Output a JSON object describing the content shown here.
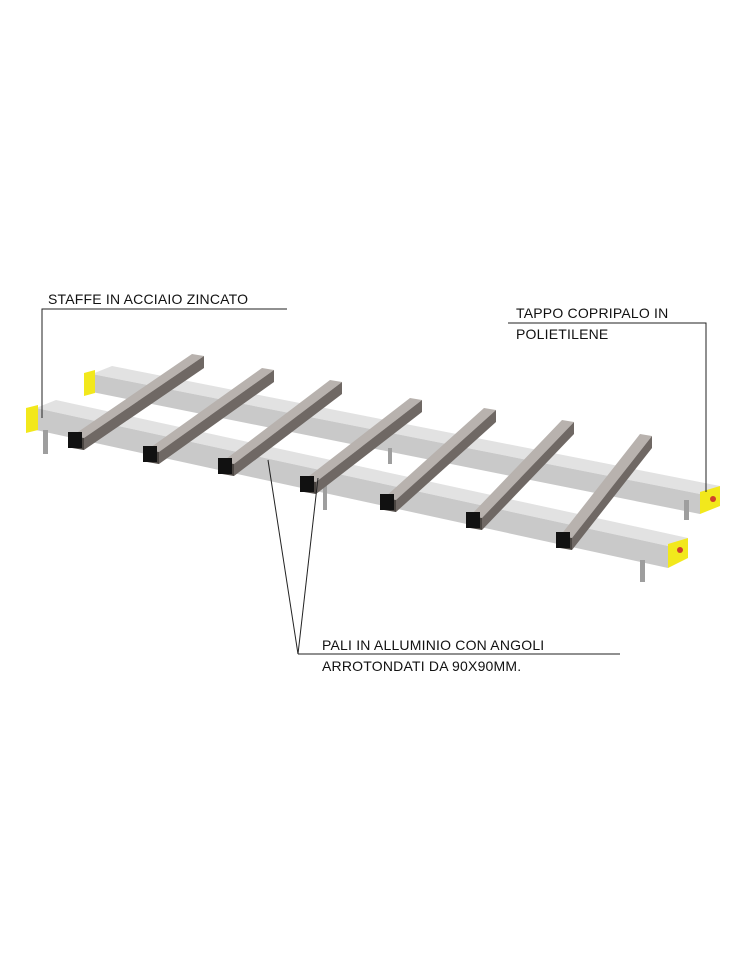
{
  "labels": {
    "brackets": "STAFFE IN ACCIAIO ZINCATO",
    "cap_line1": "TAPPO COPRIPALO IN",
    "cap_line2": "POLIETILENE",
    "poles_line1": "PALI IN ALLUMINIO CON ANGOLI",
    "poles_line2": "ARROTONDATI DA 90X90MM."
  },
  "colors": {
    "background": "#ffffff",
    "aluminium": "#c9c9c9",
    "aluminium_light": "#e2e2e2",
    "aluminium_dark": "#9e9e9e",
    "crossbar": "#6f6864",
    "crossbar_highlight": "#b8b2ae",
    "crossbar_dark": "#4a4541",
    "end_cap": "#f2e81c",
    "end_cap_dark": "#c9bf10",
    "bolt": "#d0402a",
    "bracket": "#111111",
    "leader_line": "#222222"
  },
  "diagram": {
    "crossbar_count": 7,
    "rail_count": 2
  }
}
